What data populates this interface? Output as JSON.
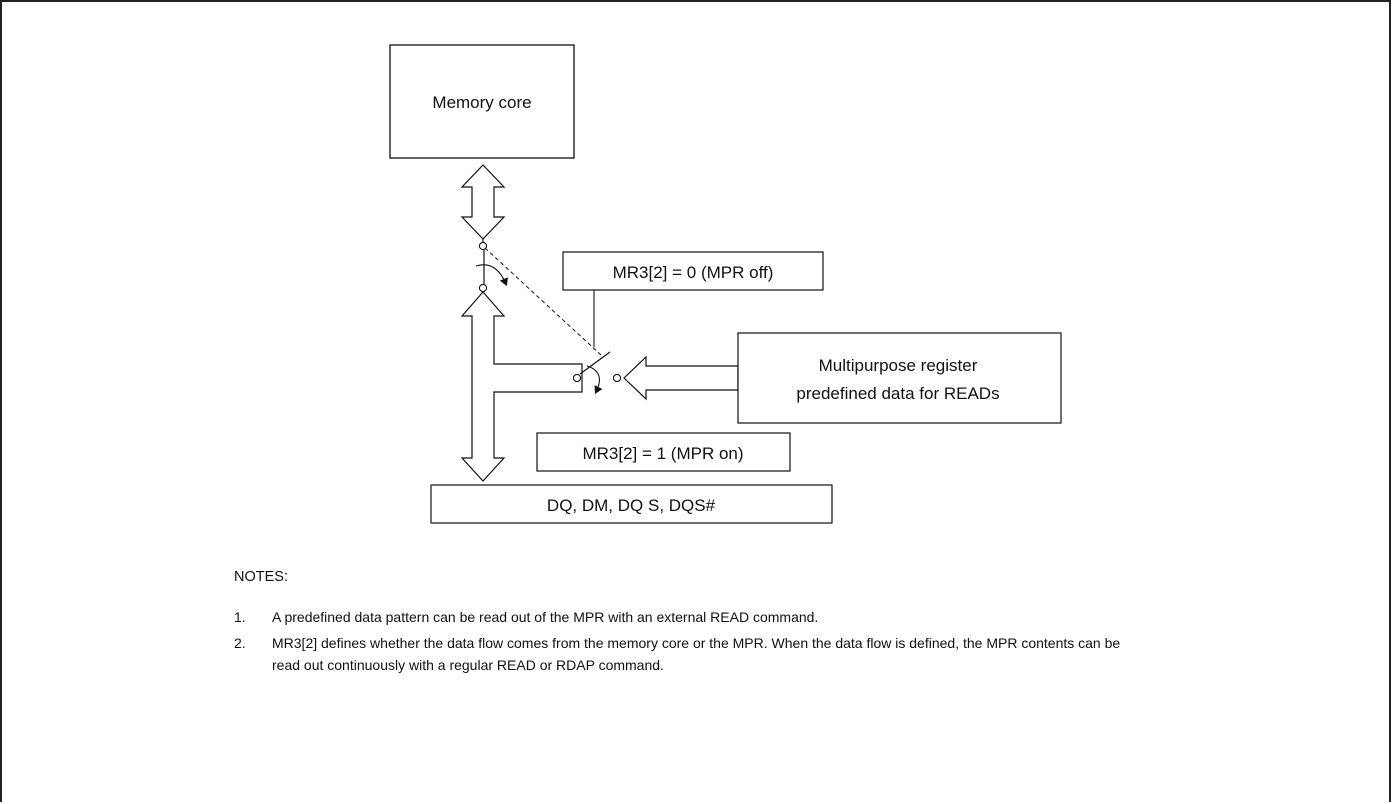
{
  "diagram": {
    "memory_core": "Memory core",
    "mr3_off": "MR3[2] = 0 (MPR off)",
    "mr3_on": "MR3[2] = 1 (MPR on)",
    "mpr_line1": "Multipurpose register",
    "mpr_line2": "predefined data for READs",
    "dq_box": "DQ, DM, DQ S, DQS#"
  },
  "notes": {
    "title": "NOTES:",
    "items": [
      {
        "num": "1.",
        "text": "A predefined data pattern can be read out of the MPR with an external READ command."
      },
      {
        "num": "2.",
        "text": "MR3[2] defines whether the data flow comes from the memory core or the MPR. When the data flow is defined, the MPR contents can be read out continuously with a regular READ or RDAP command."
      }
    ]
  }
}
